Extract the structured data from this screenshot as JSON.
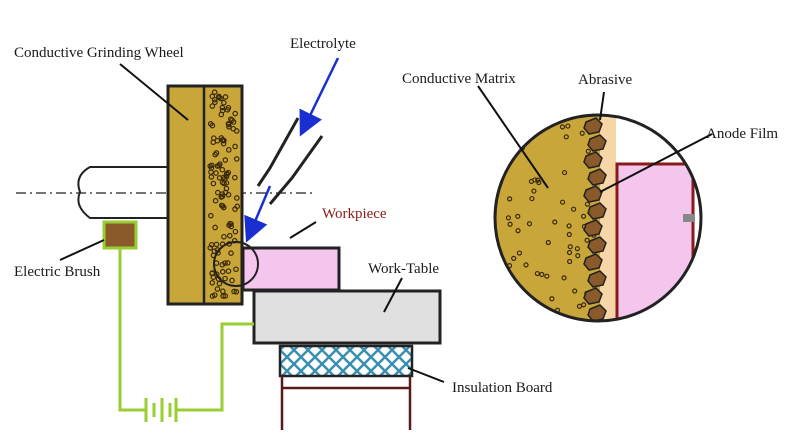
{
  "labels": {
    "grinding_wheel": "Conductive Grinding Wheel",
    "electrolyte": "Electrolyte",
    "workpiece": "Workpiece",
    "electric_brush": "Electric Brush",
    "work_table": "Work-Table",
    "insulation_board": "Insulation Board",
    "conductive_matrix": "Conductive Matrix",
    "abrasive": "Abrasive",
    "anode_film": "Anode Film"
  },
  "colors": {
    "wheel_fill": "#c9a63a",
    "workpiece_fill": "#f4c6ee",
    "table_fill": "#e0e0e0",
    "circuit": "#9acd32",
    "arrow": "#1a2fd0",
    "outline": "#222222",
    "anode_film": "#f6d6a6",
    "workpiece_border": "#8b1a1a"
  }
}
